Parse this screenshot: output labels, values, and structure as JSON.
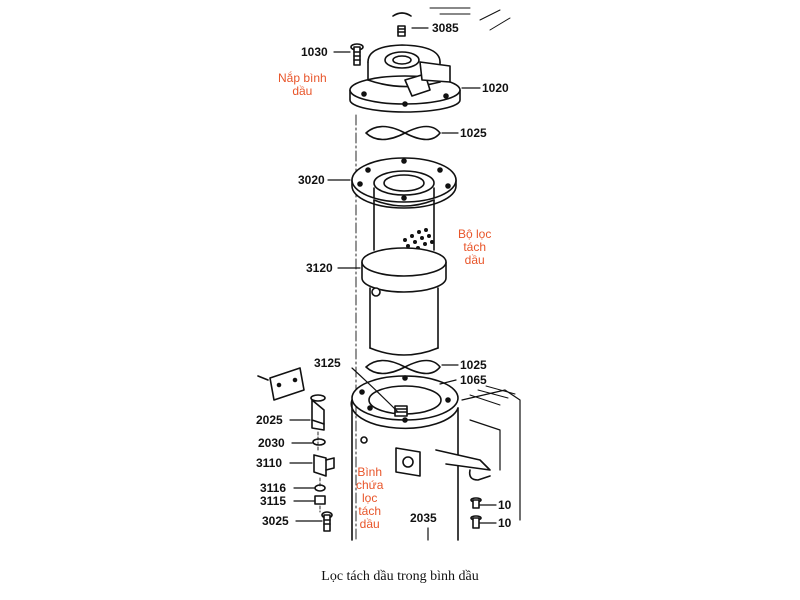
{
  "parts": {
    "p3085": "3085",
    "p1030": "1030",
    "p1020": "1020",
    "p1025_top": "1025",
    "p3020": "3020",
    "p3120": "3120",
    "p1025_bottom": "1025",
    "p3125": "3125",
    "p1065": "1065",
    "p2025": "2025",
    "p2030": "2030",
    "p3110": "3110",
    "p3116": "3116",
    "p3115": "3115",
    "p3025": "3025",
    "p2035": "2035",
    "p10a": "10",
    "p10b": "10"
  },
  "labels": {
    "cover": [
      "Nắp bình",
      "dầu"
    ],
    "filter": [
      "Bộ lọc",
      "tách",
      "dầu"
    ],
    "vessel": [
      "Bình",
      "chứa",
      "lọc",
      "tách",
      "dầu"
    ]
  },
  "caption": "Lọc tách dầu trong bình dầu",
  "colors": {
    "label": "#e8552a",
    "line": "#111111"
  }
}
